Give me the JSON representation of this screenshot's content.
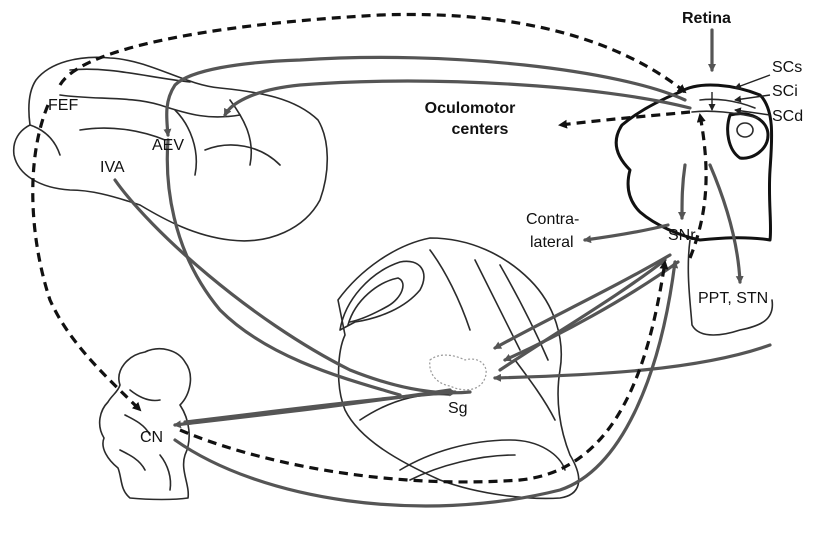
{
  "labels": {
    "retina": "Retina",
    "scs": "SCs",
    "sci": "SCi",
    "scd": "SCd",
    "oculomotor_line1": "Oculomotor",
    "oculomotor_line2": "centers",
    "fef": "FEF",
    "aev": "AEV",
    "iva": "IVA",
    "contra_line1": "Contra-",
    "contra_line2": "lateral",
    "snr": "SNr",
    "ppt_stn": "PPT, STN",
    "sg": "Sg",
    "cn": "CN"
  },
  "colors": {
    "solid_pathway": "#555555",
    "dashed_pathway": "#111111",
    "outline": "#2b2b2b"
  }
}
